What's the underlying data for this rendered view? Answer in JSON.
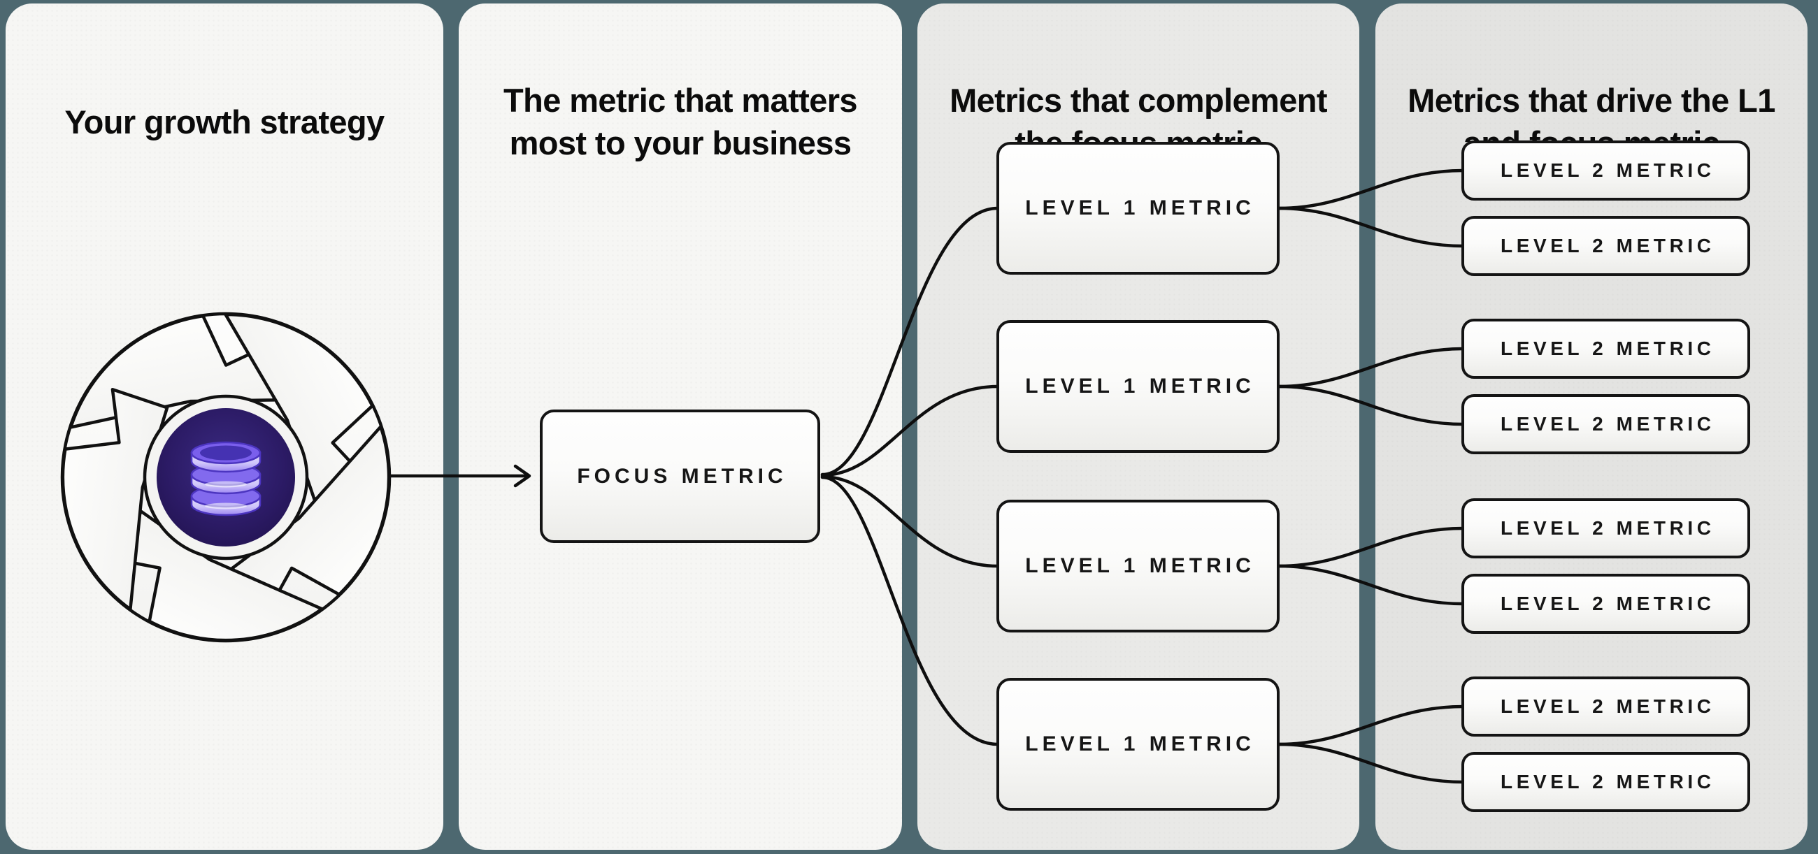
{
  "diagram": {
    "type": "metrics-hierarchy-flow",
    "panels": [
      {
        "id": "growth-strategy",
        "title_lines": [
          "Your growth strategy",
          ""
        ]
      },
      {
        "id": "focus-metric",
        "title_lines": [
          "The metric that matters",
          "most to your business"
        ]
      },
      {
        "id": "level1-metrics",
        "title_lines": [
          "Metrics that complement",
          "the focus metric"
        ]
      },
      {
        "id": "level2-metrics",
        "title_lines": [
          "Metrics that drive the L1",
          "and focus metric"
        ]
      }
    ],
    "nodes": {
      "focus_metric": {
        "label": "FOCUS METRIC"
      },
      "level1_metrics": [
        {
          "label": "LEVEL 1 METRIC"
        },
        {
          "label": "LEVEL 1 METRIC"
        },
        {
          "label": "LEVEL 1 METRIC"
        },
        {
          "label": "LEVEL 1 METRIC"
        }
      ],
      "level2_metrics": [
        {
          "label": "LEVEL 2 METRIC"
        },
        {
          "label": "LEVEL 2 METRIC"
        },
        {
          "label": "LEVEL 2 METRIC"
        },
        {
          "label": "LEVEL 2 METRIC"
        },
        {
          "label": "LEVEL 2 METRIC"
        },
        {
          "label": "LEVEL 2 METRIC"
        },
        {
          "label": "LEVEL 2 METRIC"
        },
        {
          "label": "LEVEL 2 METRIC"
        }
      ]
    },
    "icon": {
      "name": "growth-cycle-aperture-icon",
      "center_glyph": "database-icon"
    },
    "colors": {
      "background": "#4d6870",
      "panel_light": "#f6f6f4",
      "panel_mid": "#e9e9e7",
      "panel_dark": "#e3e3e1",
      "node_border": "#141414",
      "connector": "#0e0e0e",
      "icon_dark_indigo": "#241457",
      "icon_purple": "#7a5fec",
      "icon_lavender": "#c9bff9"
    }
  }
}
